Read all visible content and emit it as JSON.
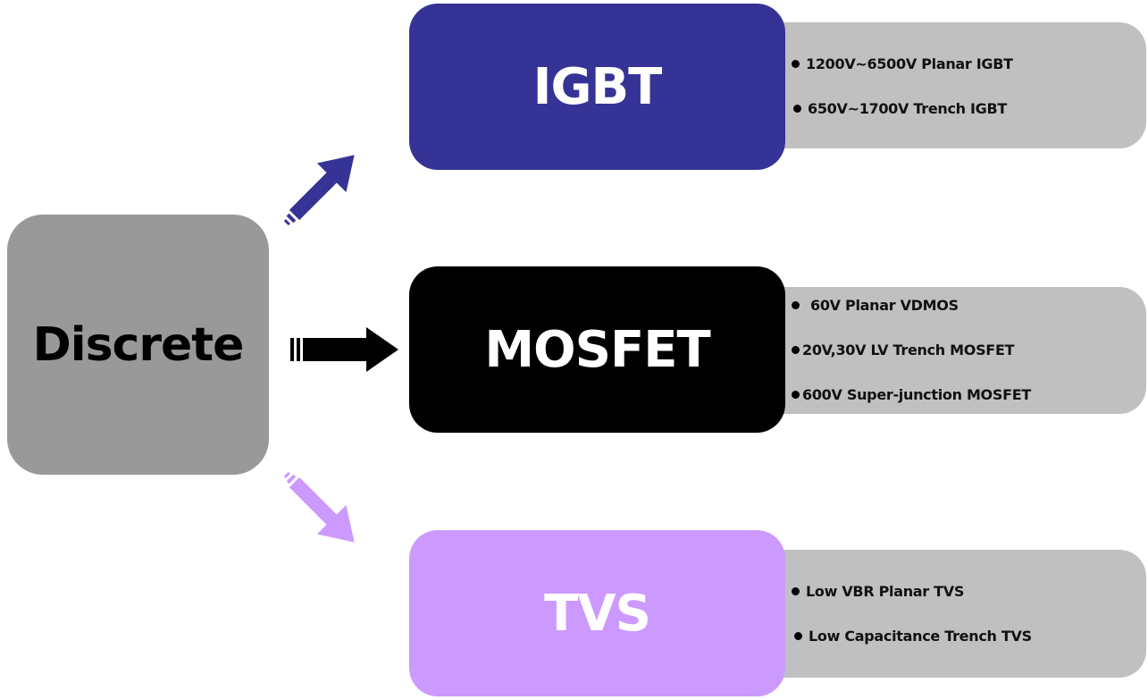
{
  "root": {
    "label": "Discrete",
    "color": "#999999"
  },
  "categories": [
    {
      "label": "IGBT",
      "color": "#363397",
      "items": [
        "1200V~6500V Planar IGBT",
        "650V~1700V Trench IGBT"
      ]
    },
    {
      "label": "MOSFET",
      "color": "#000000",
      "items": [
        "60V Planar VDMOS",
        "20V,30V LV Trench MOSFET",
        "600V Super-junction MOSFET"
      ]
    },
    {
      "label": "TVS",
      "color": "#cc99ff",
      "items": [
        "Low VBR Planar TVS",
        "Low Capacitance Trench TVS"
      ]
    }
  ],
  "panel_color": "#c0c0c0"
}
